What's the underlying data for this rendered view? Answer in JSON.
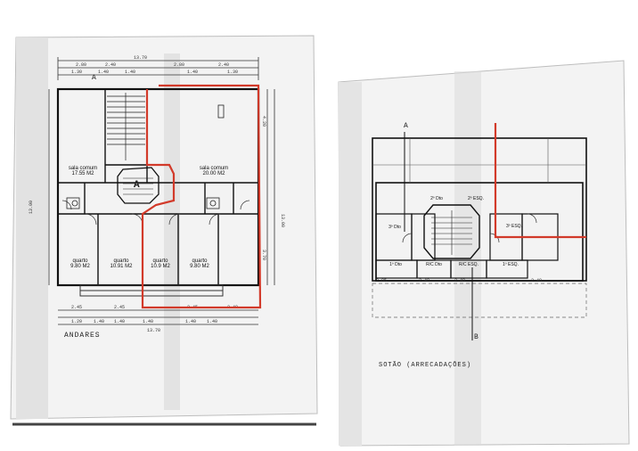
{
  "left_plan": {
    "caption": "ANDARES",
    "section_marker_top": "A",
    "section_marker_center": "A",
    "rooms": {
      "sala_left_name": "sala comum",
      "sala_left_area": "17.55 M2",
      "sala_right_name": "sala comum",
      "sala_right_area": "20.00 M2",
      "q1_name": "quarto",
      "q1_area": "9.80 M2",
      "q2_name": "quarto",
      "q2_area": "10.91 M2",
      "q3_name": "quarto",
      "q3_area": "10.9 M2",
      "q4_name": "quarto",
      "q4_area": "9.80 M2"
    }
  },
  "right_plan": {
    "caption": "SOTÃO (ARRECADAÇÕES)",
    "section_marker_top": "A",
    "section_marker_bottom": "B",
    "storage": [
      "2º Dto",
      "2º ESQ.",
      "3º Dto",
      "3º ESQ.",
      "1º Dto",
      "R/C Dto",
      "R/C ESQ.",
      "1º ESQ."
    ]
  },
  "colors": {
    "highlight": "#d23a2a",
    "line": "#1a1a1a",
    "paper": "#f1f1f1"
  }
}
